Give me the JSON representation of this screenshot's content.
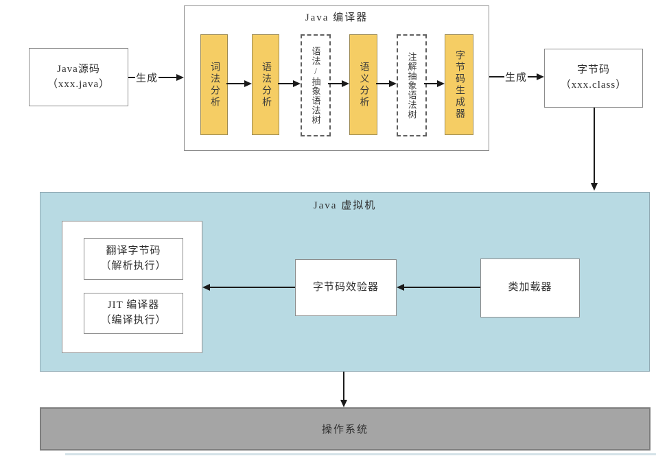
{
  "diagram": {
    "source_box": {
      "lines": [
        "Java源码",
        "（xxx.java）"
      ]
    },
    "flow_labels": {
      "generate_left": "生成",
      "generate_right": "生成"
    },
    "compiler": {
      "title": "Java 编译器",
      "stages": [
        {
          "label": "词法分析",
          "style": "solid"
        },
        {
          "label": "语法分析",
          "style": "solid"
        },
        {
          "label": "语法/抽象语法树",
          "style": "dashed"
        },
        {
          "label": "语义分析",
          "style": "solid"
        },
        {
          "label": "注解抽象语法树",
          "style": "dashed"
        },
        {
          "label": "字节码生成器",
          "style": "solid"
        }
      ]
    },
    "bytecode_box": {
      "lines": [
        "字节码",
        "（xxx.class）"
      ]
    },
    "jvm": {
      "title": "Java 虚拟机",
      "engine": {
        "interpreter": {
          "lines": [
            "翻译字节码",
            "（解析执行）"
          ]
        },
        "jit": {
          "lines": [
            "JIT 编译器",
            "（编译执行）"
          ]
        }
      },
      "verifier": "字节码效验器",
      "class_loader": "类加载器"
    },
    "os_bar": "操作系统",
    "colors": {
      "stage_yellow": "#F5CD64",
      "jvm_blue": "#B8DAE3",
      "os_gray": "#A5A5A5"
    }
  }
}
